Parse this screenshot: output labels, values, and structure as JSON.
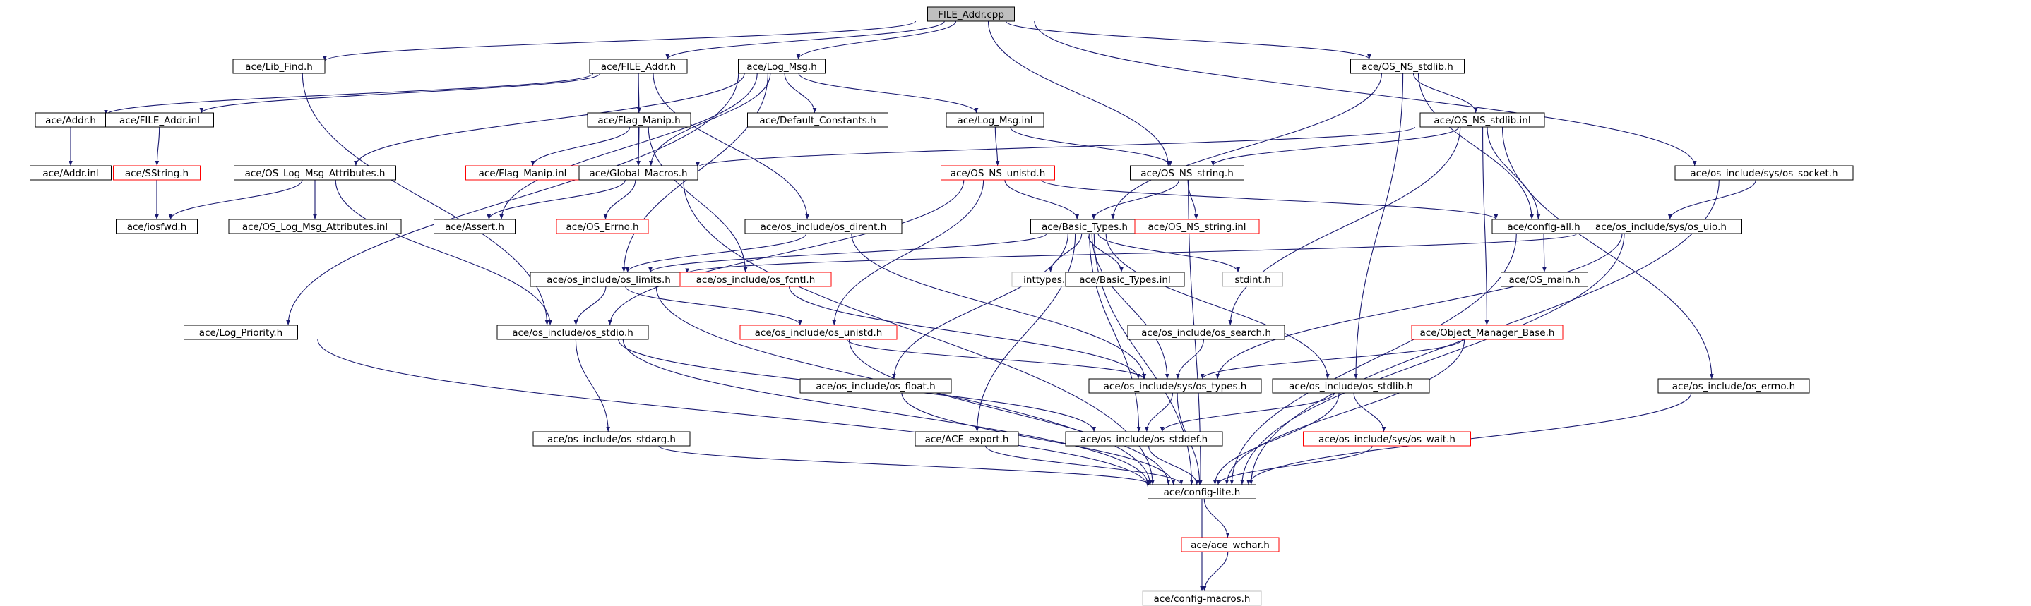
{
  "colors": {
    "edge": "#191970",
    "node_border": "#000000",
    "truncated_border": "#ff0000",
    "external_border": "#bfbfbf",
    "root_fill": "#bfbfbf",
    "background": "#ffffff"
  },
  "nodes": [
    {
      "id": "file_addr_cpp",
      "label": "FILE_Addr.cpp",
      "style": "root"
    },
    {
      "id": "lib_find_h",
      "label": "ace/Lib_Find.h",
      "style": "normal"
    },
    {
      "id": "file_addr_h",
      "label": "ace/FILE_Addr.h",
      "style": "normal"
    },
    {
      "id": "log_msg_h",
      "label": "ace/Log_Msg.h",
      "style": "normal"
    },
    {
      "id": "os_ns_stdlib_h",
      "label": "ace/OS_NS_stdlib.h",
      "style": "normal"
    },
    {
      "id": "addr_h",
      "label": "ace/Addr.h",
      "style": "normal"
    },
    {
      "id": "file_addr_inl",
      "label": "ace/FILE_Addr.inl",
      "style": "normal"
    },
    {
      "id": "flag_manip_h",
      "label": "ace/Flag_Manip.h",
      "style": "normal"
    },
    {
      "id": "default_constants_h",
      "label": "ace/Default_Constants.h",
      "style": "normal"
    },
    {
      "id": "log_msg_inl",
      "label": "ace/Log_Msg.inl",
      "style": "normal"
    },
    {
      "id": "os_ns_stdlib_inl",
      "label": "ace/OS_NS_stdlib.inl",
      "style": "normal"
    },
    {
      "id": "addr_inl",
      "label": "ace/Addr.inl",
      "style": "normal"
    },
    {
      "id": "sstring_h",
      "label": "ace/SString.h",
      "style": "red"
    },
    {
      "id": "os_log_msg_attributes_h",
      "label": "ace/OS_Log_Msg_Attributes.h",
      "style": "normal"
    },
    {
      "id": "flag_manip_inl",
      "label": "ace/Flag_Manip.inl",
      "style": "red"
    },
    {
      "id": "global_macros_h",
      "label": "ace/Global_Macros.h",
      "style": "normal"
    },
    {
      "id": "os_ns_unistd_h",
      "label": "ace/OS_NS_unistd.h",
      "style": "red"
    },
    {
      "id": "os_ns_string_h",
      "label": "ace/OS_NS_string.h",
      "style": "normal"
    },
    {
      "id": "os_socket_h",
      "label": "ace/os_include/sys/os_socket.h",
      "style": "normal"
    },
    {
      "id": "iosfwd_h",
      "label": "ace/iosfwd.h",
      "style": "normal"
    },
    {
      "id": "os_log_msg_attributes_inl",
      "label": "ace/OS_Log_Msg_Attributes.inl",
      "style": "normal"
    },
    {
      "id": "assert_h",
      "label": "ace/Assert.h",
      "style": "normal"
    },
    {
      "id": "os_errno_ace_h",
      "label": "ace/OS_Errno.h",
      "style": "red"
    },
    {
      "id": "os_dirent_h",
      "label": "ace/os_include/os_dirent.h",
      "style": "normal"
    },
    {
      "id": "basic_types_h",
      "label": "ace/Basic_Types.h",
      "style": "normal"
    },
    {
      "id": "os_ns_string_inl",
      "label": "ace/OS_NS_string.inl",
      "style": "red"
    },
    {
      "id": "config_all_h",
      "label": "ace/config-all.h",
      "style": "normal"
    },
    {
      "id": "os_uio_h",
      "label": "ace/os_include/sys/os_uio.h",
      "style": "normal"
    },
    {
      "id": "os_limits_h",
      "label": "ace/os_include/os_limits.h",
      "style": "normal"
    },
    {
      "id": "os_fcntl_h",
      "label": "ace/os_include/os_fcntl.h",
      "style": "red"
    },
    {
      "id": "inttypes_h",
      "label": "inttypes.h",
      "style": "gray"
    },
    {
      "id": "basic_types_inl",
      "label": "ace/Basic_Types.inl",
      "style": "normal"
    },
    {
      "id": "stdint_h",
      "label": "stdint.h",
      "style": "gray"
    },
    {
      "id": "os_main_h",
      "label": "ace/OS_main.h",
      "style": "normal"
    },
    {
      "id": "log_priority_h",
      "label": "ace/Log_Priority.h",
      "style": "normal"
    },
    {
      "id": "os_stdio_h",
      "label": "ace/os_include/os_stdio.h",
      "style": "normal"
    },
    {
      "id": "os_unistd_h",
      "label": "ace/os_include/os_unistd.h",
      "style": "red"
    },
    {
      "id": "os_search_h",
      "label": "ace/os_include/os_search.h",
      "style": "normal"
    },
    {
      "id": "object_manager_base_h",
      "label": "ace/Object_Manager_Base.h",
      "style": "red"
    },
    {
      "id": "os_float_h",
      "label": "ace/os_include/os_float.h",
      "style": "normal"
    },
    {
      "id": "os_types_h",
      "label": "ace/os_include/sys/os_types.h",
      "style": "normal"
    },
    {
      "id": "os_stdlib_h",
      "label": "ace/os_include/os_stdlib.h",
      "style": "normal"
    },
    {
      "id": "os_errno_h",
      "label": "ace/os_include/os_errno.h",
      "style": "normal"
    },
    {
      "id": "os_stdarg_h",
      "label": "ace/os_include/os_stdarg.h",
      "style": "normal"
    },
    {
      "id": "ace_export_h",
      "label": "ace/ACE_export.h",
      "style": "normal"
    },
    {
      "id": "os_stddef_h",
      "label": "ace/os_include/os_stddef.h",
      "style": "normal"
    },
    {
      "id": "os_wait_h",
      "label": "ace/os_include/sys/os_wait.h",
      "style": "red"
    },
    {
      "id": "config_lite_h",
      "label": "ace/config-lite.h",
      "style": "normal"
    },
    {
      "id": "ace_wchar_h",
      "label": "ace/ace_wchar.h",
      "style": "red"
    },
    {
      "id": "config_macros_h",
      "label": "ace/config-macros.h",
      "style": "gray"
    }
  ],
  "edges": [
    [
      "file_addr_cpp",
      "lib_find_h"
    ],
    [
      "file_addr_cpp",
      "file_addr_h"
    ],
    [
      "file_addr_cpp",
      "log_msg_h"
    ],
    [
      "file_addr_cpp",
      "os_ns_stdlib_h"
    ],
    [
      "file_addr_cpp",
      "os_ns_string_h"
    ],
    [
      "file_addr_cpp",
      "os_socket_h"
    ],
    [
      "lib_find_h",
      "os_stdio_h"
    ],
    [
      "file_addr_h",
      "addr_h"
    ],
    [
      "file_addr_h",
      "file_addr_inl"
    ],
    [
      "file_addr_h",
      "flag_manip_h"
    ],
    [
      "file_addr_h",
      "os_dirent_h"
    ],
    [
      "file_addr_h",
      "global_macros_h"
    ],
    [
      "log_msg_h",
      "default_constants_h"
    ],
    [
      "log_msg_h",
      "log_msg_inl"
    ],
    [
      "log_msg_h",
      "global_macros_h"
    ],
    [
      "log_msg_h",
      "os_log_msg_attributes_h"
    ],
    [
      "log_msg_h",
      "log_priority_h"
    ],
    [
      "log_msg_h",
      "assert_h"
    ],
    [
      "log_msg_h",
      "os_limits_h"
    ],
    [
      "addr_h",
      "addr_inl"
    ],
    [
      "file_addr_inl",
      "sstring_h"
    ],
    [
      "sstring_h",
      "iosfwd_h"
    ],
    [
      "os_log_msg_attributes_h",
      "iosfwd_h"
    ],
    [
      "os_log_msg_attributes_h",
      "os_log_msg_attributes_inl"
    ],
    [
      "os_log_msg_attributes_h",
      "os_stdio_h"
    ],
    [
      "flag_manip_h",
      "flag_manip_inl"
    ],
    [
      "flag_manip_h",
      "global_macros_h"
    ],
    [
      "flag_manip_h",
      "os_fcntl_h"
    ],
    [
      "global_macros_h",
      "assert_h"
    ],
    [
      "global_macros_h",
      "os_errno_ace_h"
    ],
    [
      "global_macros_h",
      "config_lite_h"
    ],
    [
      "log_msg_inl",
      "os_ns_unistd_h"
    ],
    [
      "log_msg_inl",
      "os_ns_string_h"
    ],
    [
      "os_ns_unistd_h",
      "basic_types_h"
    ],
    [
      "os_ns_unistd_h",
      "os_unistd_h"
    ],
    [
      "os_ns_unistd_h",
      "config_all_h"
    ],
    [
      "os_ns_unistd_h",
      "os_stdio_h"
    ],
    [
      "os_ns_string_h",
      "basic_types_h"
    ],
    [
      "os_ns_string_h",
      "os_ns_string_inl"
    ],
    [
      "os_ns_string_h",
      "config_lite_h"
    ],
    [
      "os_ns_stdlib_h",
      "os_ns_stdlib_inl"
    ],
    [
      "os_ns_stdlib_h",
      "basic_types_h"
    ],
    [
      "os_ns_stdlib_h",
      "os_stdlib_h"
    ],
    [
      "os_ns_stdlib_h",
      "config_all_h"
    ],
    [
      "os_ns_stdlib_inl",
      "global_macros_h"
    ],
    [
      "os_ns_stdlib_inl",
      "os_ns_string_h"
    ],
    [
      "os_ns_stdlib_inl",
      "config_all_h"
    ],
    [
      "os_ns_stdlib_inl",
      "object_manager_base_h"
    ],
    [
      "os_ns_stdlib_inl",
      "os_search_h"
    ],
    [
      "os_ns_stdlib_inl",
      "os_errno_h"
    ],
    [
      "os_socket_h",
      "os_uio_h"
    ],
    [
      "os_socket_h",
      "config_lite_h"
    ],
    [
      "os_uio_h",
      "os_limits_h"
    ],
    [
      "os_uio_h",
      "os_types_h"
    ],
    [
      "os_uio_h",
      "config_lite_h"
    ],
    [
      "os_dirent_h",
      "os_limits_h"
    ],
    [
      "os_dirent_h",
      "os_types_h"
    ],
    [
      "basic_types_h",
      "os_limits_h"
    ],
    [
      "basic_types_h",
      "inttypes_h"
    ],
    [
      "basic_types_h",
      "basic_types_inl"
    ],
    [
      "basic_types_h",
      "stdint_h"
    ],
    [
      "basic_types_h",
      "os_float_h"
    ],
    [
      "basic_types_h",
      "os_types_h"
    ],
    [
      "basic_types_h",
      "os_stdlib_h"
    ],
    [
      "basic_types_h",
      "ace_export_h"
    ],
    [
      "basic_types_h",
      "os_stddef_h"
    ],
    [
      "basic_types_h",
      "config_lite_h"
    ],
    [
      "config_all_h",
      "os_main_h"
    ],
    [
      "config_all_h",
      "config_lite_h"
    ],
    [
      "os_limits_h",
      "os_stdio_h"
    ],
    [
      "os_limits_h",
      "os_unistd_h"
    ],
    [
      "os_limits_h",
      "config_lite_h"
    ],
    [
      "os_fcntl_h",
      "os_types_h"
    ],
    [
      "log_priority_h",
      "config_lite_h"
    ],
    [
      "os_stdio_h",
      "os_stdarg_h"
    ],
    [
      "os_stdio_h",
      "os_stddef_h"
    ],
    [
      "os_stdio_h",
      "config_lite_h"
    ],
    [
      "os_unistd_h",
      "os_types_h"
    ],
    [
      "os_unistd_h",
      "config_lite_h"
    ],
    [
      "os_search_h",
      "os_types_h"
    ],
    [
      "object_manager_base_h",
      "os_types_h"
    ],
    [
      "object_manager_base_h",
      "config_lite_h"
    ],
    [
      "os_types_h",
      "os_stddef_h"
    ],
    [
      "os_types_h",
      "config_lite_h"
    ],
    [
      "os_float_h",
      "config_lite_h"
    ],
    [
      "os_stdlib_h",
      "os_stddef_h"
    ],
    [
      "os_stdlib_h",
      "os_wait_h"
    ],
    [
      "os_stdlib_h",
      "config_lite_h"
    ],
    [
      "os_errno_h",
      "config_lite_h"
    ],
    [
      "os_stdarg_h",
      "config_lite_h"
    ],
    [
      "ace_export_h",
      "config_lite_h"
    ],
    [
      "os_stddef_h",
      "config_lite_h"
    ],
    [
      "os_wait_h",
      "config_lite_h"
    ],
    [
      "config_lite_h",
      "ace_wchar_h"
    ],
    [
      "config_lite_h",
      "config_macros_h"
    ],
    [
      "ace_wchar_h",
      "config_macros_h"
    ]
  ]
}
